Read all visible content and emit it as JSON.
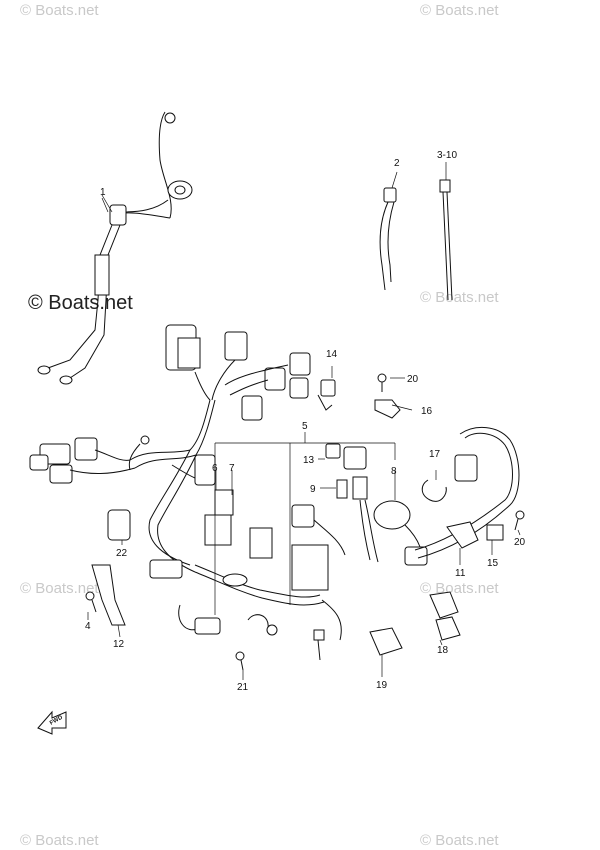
{
  "watermarks": {
    "text": "© Boats.net",
    "main": "© Boats.net"
  },
  "callouts": [
    "1",
    "2",
    "3-10",
    "4",
    "5",
    "6",
    "7",
    "8",
    "9",
    "11",
    "12",
    "13",
    "14",
    "15",
    "16",
    "17",
    "18",
    "19",
    "20",
    "20",
    "21",
    "22"
  ],
  "fwd_label": "FWD"
}
